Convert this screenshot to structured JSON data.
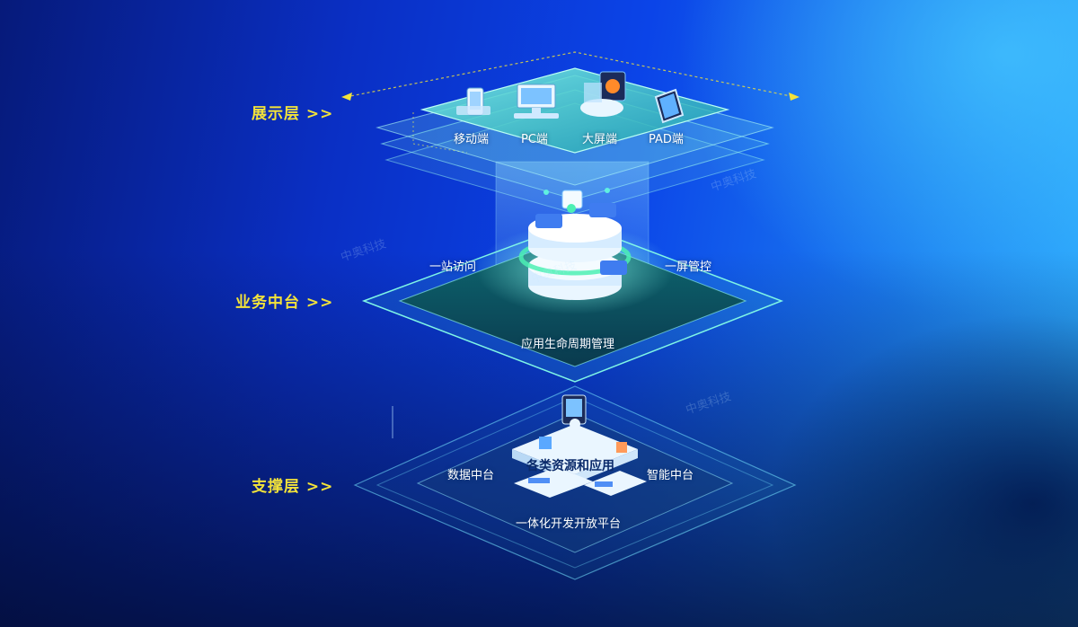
{
  "layers": [
    {
      "label": "展示层 >>"
    },
    {
      "label": "业务中台 >>"
    },
    {
      "label": "支撑层 >>"
    }
  ],
  "presentation": {
    "items": [
      "移动端",
      "PC端",
      "大屏端",
      "PAD端"
    ]
  },
  "business": {
    "left": "一站访问",
    "right": "一屏管控",
    "bottom": "应用生命周期管理"
  },
  "support": {
    "left": "数据中台",
    "center": "各类资源和应用",
    "right": "智能中台",
    "bottom": "一体化开发开放平台"
  },
  "watermark": "中奥科技",
  "colors": {
    "label_yellow": "#f3e33a",
    "glow_cyan": "#5ff0e0",
    "panel_teal": "#0f5c6a"
  }
}
